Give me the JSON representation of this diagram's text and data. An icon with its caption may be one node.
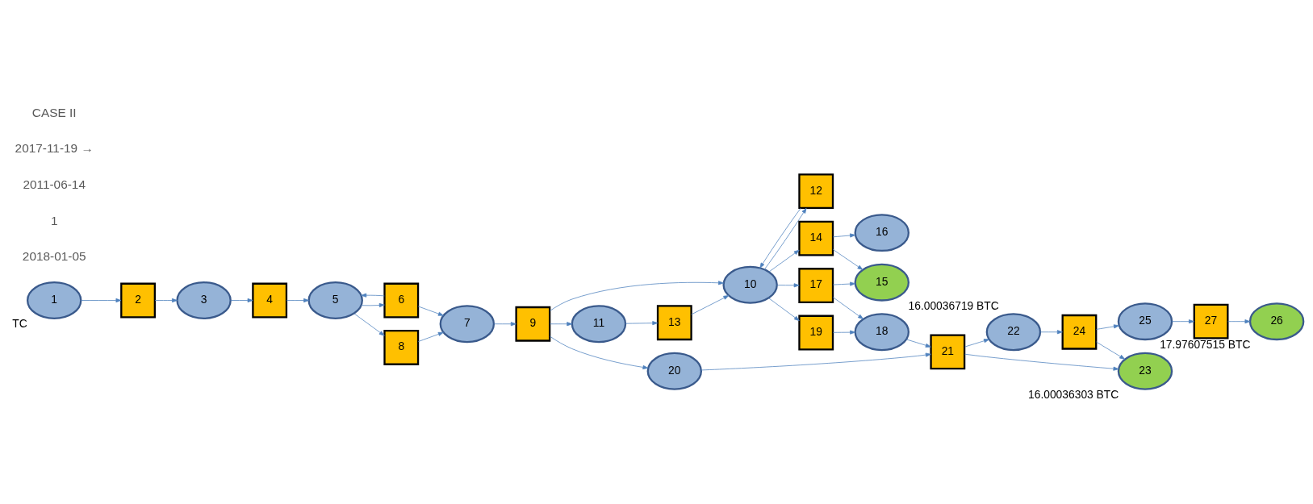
{
  "diagram": {
    "nodes": [
      {
        "text": [
          "1"
        ],
        "beside": [
          "TC"
        ]
      },
      {
        "text": [
          "2"
        ]
      },
      {
        "text": [
          "3"
        ]
      },
      {
        "text": [
          "4"
        ]
      },
      {
        "text": [
          "5"
        ]
      },
      {
        "text": [
          "6"
        ]
      },
      {
        "text": [
          "7"
        ]
      },
      {
        "text": [
          "8"
        ]
      },
      {
        "text": [
          "9"
        ]
      },
      {
        "text": [
          "10"
        ]
      },
      {
        "text": [
          "11"
        ]
      },
      {
        "text": [
          "12"
        ]
      },
      {
        "text": [
          "13"
        ]
      },
      {
        "text": [
          "14"
        ]
      },
      {
        "text": [
          "15"
        ],
        "beside": [
          "16.00036719 BTC"
        ]
      },
      {
        "text": [
          "16"
        ]
      },
      {
        "text": [
          "17"
        ]
      },
      {
        "text": [
          "18"
        ]
      },
      {
        "text": [
          "19"
        ]
      },
      {
        "text": [
          "20"
        ]
      },
      {
        "text": [
          "21"
        ]
      },
      {
        "text": [
          "22"
        ]
      },
      {
        "text": [
          "23"
        ],
        "beside": [
          "16.00036303 BTC"
        ]
      },
      {
        "text": [
          "24"
        ]
      },
      {
        "text": [
          "25"
        ]
      },
      {
        "text": [
          "26"
        ],
        "beside": [
          "17.97607515 BTC"
        ]
      },
      {
        "text": [
          "27"
        ]
      }
    ],
    "edges": [
      {
        "from": 0,
        "to": 1,
        "arrow": "to"
      },
      {
        "from": 1,
        "to": 2,
        "arrow": "to"
      },
      {
        "from": 2,
        "to": 3,
        "arrow": "to"
      },
      {
        "from": 3,
        "to": 4,
        "arrow": "to"
      },
      {
        "from": 4,
        "to": 5,
        "arrow": "to"
      },
      {
        "from": 4,
        "to": 7,
        "arrow": "to"
      },
      {
        "from": 5,
        "to": 4,
        "arrow": "to"
      },
      {
        "from": 7,
        "to": 6,
        "arrow": "to"
      },
      {
        "from": 5,
        "to": 6,
        "arrow": "to"
      },
      {
        "from": 6,
        "to": 8,
        "arrow": "to"
      },
      {
        "from": 8,
        "to": 9,
        "arrow": "to"
      },
      {
        "from": 8,
        "to": 19,
        "arrow": "to"
      },
      {
        "from": 8,
        "to": 10,
        "arrow": "to"
      },
      {
        "from": 10,
        "to": 12,
        "arrow": "to"
      },
      {
        "from": 12,
        "to": 9,
        "arrow": "to"
      },
      {
        "from": 11,
        "to": 9,
        "arrow": "to"
      },
      {
        "from": 9,
        "to": 11,
        "arrow": "to"
      },
      {
        "from": 9,
        "to": 18,
        "arrow": "to"
      },
      {
        "from": 9,
        "to": 16,
        "arrow": "to"
      },
      {
        "from": 9,
        "to": 13,
        "arrow": "to"
      },
      {
        "from": 13,
        "to": 15,
        "arrow": "to"
      },
      {
        "from": 13,
        "to": 14,
        "arrow": "to"
      },
      {
        "from": 16,
        "to": 14,
        "arrow": "to"
      },
      {
        "from": 16,
        "to": 17,
        "arrow": "to"
      },
      {
        "from": 18,
        "to": 17,
        "arrow": "to"
      },
      {
        "from": 17,
        "to": 20,
        "arrow": "to"
      },
      {
        "from": 19,
        "to": 20,
        "arrow": "to"
      },
      {
        "from": 20,
        "to": 21,
        "arrow": "to"
      },
      {
        "from": 20,
        "to": 22,
        "arrow": "to"
      },
      {
        "from": 21,
        "to": 23,
        "arrow": "to"
      },
      {
        "from": 23,
        "to": 22,
        "arrow": "to"
      },
      {
        "from": 23,
        "to": 24,
        "arrow": "to"
      },
      {
        "from": 24,
        "to": 26,
        "arrow": "to"
      },
      {
        "from": 26,
        "to": 25,
        "arrow": "to"
      }
    ],
    "labels": [
      "2018-01-05",
      "1",
      "2011-06-14",
      "2017-11-19 →",
      "CASE II"
    ]
  }
}
